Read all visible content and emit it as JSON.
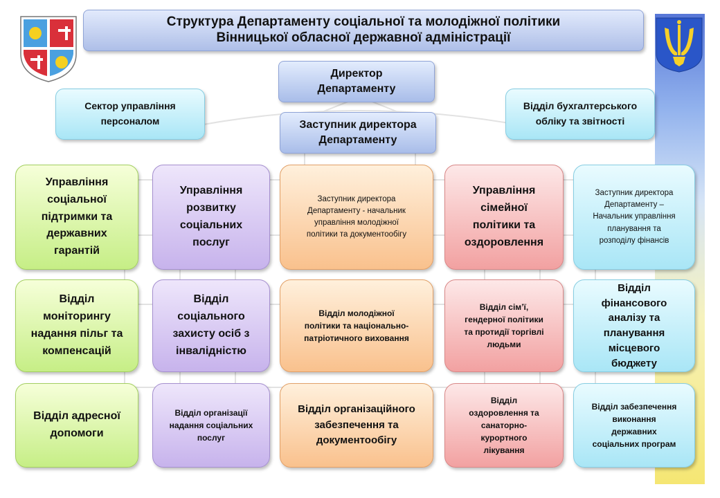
{
  "title": {
    "line1": "Структура Департаменту соціальної та молодіжної політики",
    "line2": "Вінницької обласної державної адміністрації"
  },
  "director": {
    "line1": "Директор",
    "line2": "Департаменту"
  },
  "deputy": {
    "line1": "Заступник директора",
    "line2": "Департаменту"
  },
  "hr_sector": {
    "line1": "Сектор управління",
    "line2": "персоналом"
  },
  "accounting": {
    "line1": "Відділ бухгалтерського",
    "line2": "обліку та звітності"
  },
  "columns": [
    {
      "head": [
        "Управління",
        "соціальної",
        "підтримки та",
        "державних",
        "гарантій"
      ],
      "mid": [
        "Відділ",
        "моніторингу",
        "надання пільг та",
        "компенсацій"
      ],
      "bot": [
        "Відділ адресної",
        "допомоги"
      ]
    },
    {
      "head": [
        "Управління",
        "розвитку",
        "соціальних",
        "послуг"
      ],
      "mid": [
        "Відділ",
        "соціального",
        "захисту осіб з",
        "інвалідністю"
      ],
      "bot": [
        "Відділ організації",
        "надання соціальних",
        "послуг"
      ]
    },
    {
      "head": [
        "Заступник директора",
        "Департаменту - начальник",
        "управління молодіжної",
        "політики та документообігу"
      ],
      "mid": [
        "Відділ молодіжної",
        "політики та національно-",
        "патріотичного виховання"
      ],
      "bot": [
        "Відділ організаційного",
        "забезпечення та",
        "документообігу"
      ]
    },
    {
      "head": [
        "Управління",
        "сімейної",
        "політики та",
        "оздоровлення"
      ],
      "mid": [
        "Відділ сім’ї,",
        "гендерної політики",
        "та протидії торгівлі",
        "людьми"
      ],
      "bot": [
        "Відділ",
        "оздоровлення та",
        "санаторно-",
        "курортного",
        "лікування"
      ]
    },
    {
      "head": [
        "Заступник директора",
        "Департаменту –",
        "Начальник управління",
        "планування та",
        "розподілу фінансів"
      ],
      "mid": [
        "Відділ",
        "фінансового",
        "аналізу та",
        "планування",
        "місцевого",
        "бюджету"
      ],
      "bot": [
        "Відділ забезпечення",
        "виконання",
        "державних",
        "соціальних програм"
      ]
    }
  ],
  "colors": {
    "green": "#c6ee86",
    "lilac": "#c7b3ec",
    "orange": "#f9c18d",
    "red": "#f2a1a1",
    "cyan": "#a9e6f6",
    "header_blue": "#aebfe8"
  }
}
